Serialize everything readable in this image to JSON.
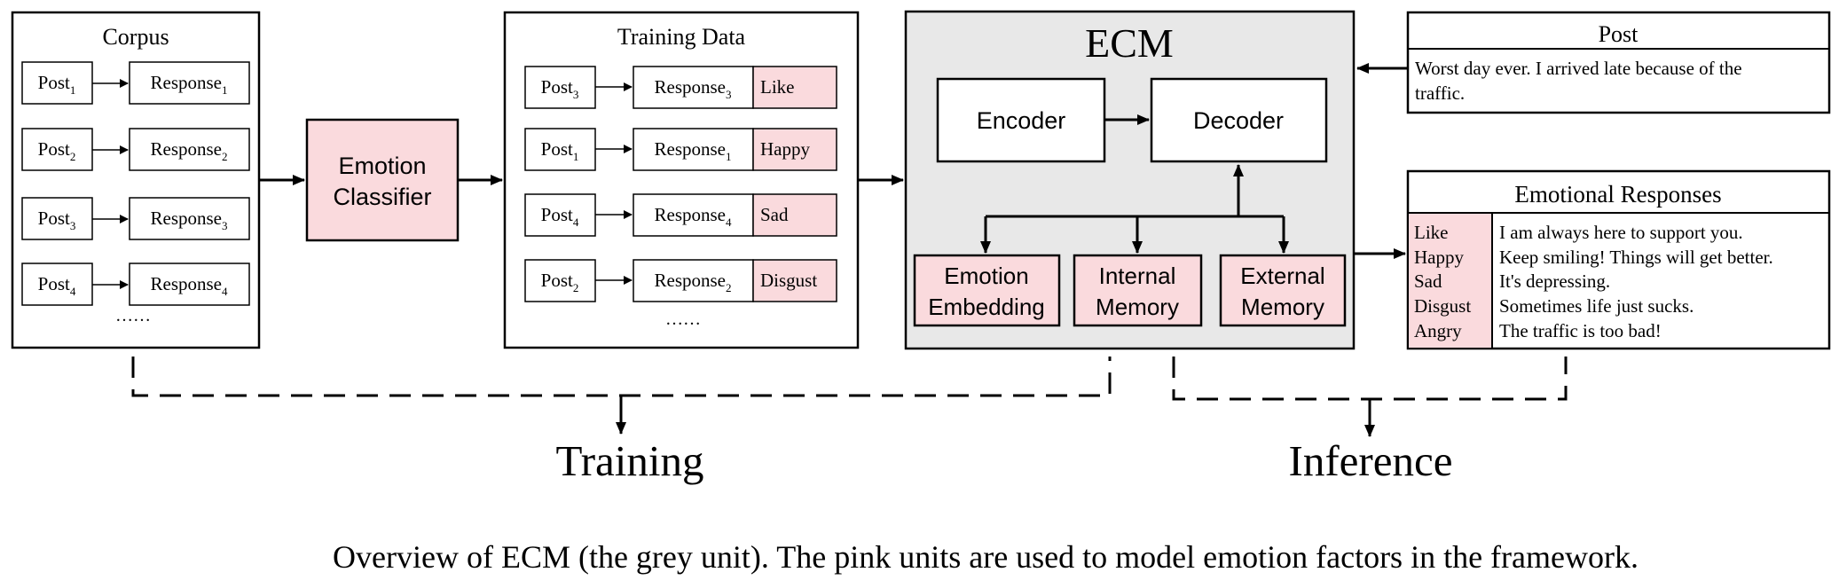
{
  "corpus": {
    "title": "Corpus",
    "pairs": [
      {
        "post": "Post",
        "post_sub": "1",
        "resp": "Response",
        "resp_sub": "1"
      },
      {
        "post": "Post",
        "post_sub": "2",
        "resp": "Response",
        "resp_sub": "2"
      },
      {
        "post": "Post",
        "post_sub": "3",
        "resp": "Response",
        "resp_sub": "3"
      },
      {
        "post": "Post",
        "post_sub": "4",
        "resp": "Response",
        "resp_sub": "4"
      }
    ],
    "ellipsis": "……"
  },
  "classifier": {
    "line1": "Emotion",
    "line2": "Classifier"
  },
  "training_data": {
    "title": "Training Data",
    "rows": [
      {
        "post": "Post",
        "post_sub": "3",
        "resp": "Response",
        "resp_sub": "3",
        "label": "Like"
      },
      {
        "post": "Post",
        "post_sub": "1",
        "resp": "Response",
        "resp_sub": "1",
        "label": "Happy"
      },
      {
        "post": "Post",
        "post_sub": "4",
        "resp": "Response",
        "resp_sub": "4",
        "label": "Sad"
      },
      {
        "post": "Post",
        "post_sub": "2",
        "resp": "Response",
        "resp_sub": "2",
        "label": "Disgust"
      }
    ],
    "ellipsis": "……"
  },
  "ecm": {
    "title": "ECM",
    "encoder": "Encoder",
    "decoder": "Decoder",
    "modules": [
      {
        "line1": "Emotion",
        "line2": "Embedding"
      },
      {
        "line1": "Internal",
        "line2": "Memory"
      },
      {
        "line1": "External",
        "line2": "Memory"
      }
    ]
  },
  "post": {
    "title": "Post",
    "line1": "Worst day ever. I arrived late because of the",
    "line2": "traffic."
  },
  "emotional_responses": {
    "title": "Emotional Responses",
    "rows": [
      {
        "emotion": "Like",
        "text": "I am always here to support you."
      },
      {
        "emotion": "Happy",
        "text": "Keep smiling! Things will get better."
      },
      {
        "emotion": "Sad",
        "text": "It's depressing."
      },
      {
        "emotion": "Disgust",
        "text": "Sometimes life just sucks."
      },
      {
        "emotion": "Angry",
        "text": "The traffic is too bad!"
      }
    ]
  },
  "phases": {
    "training": "Training",
    "inference": "Inference"
  },
  "caption": "Overview of ECM (the grey unit). The pink units are used to model emotion factors in the framework.",
  "colors": {
    "pink": "#fadadd",
    "grey": "#e8e8e8",
    "stroke": "#000000"
  }
}
